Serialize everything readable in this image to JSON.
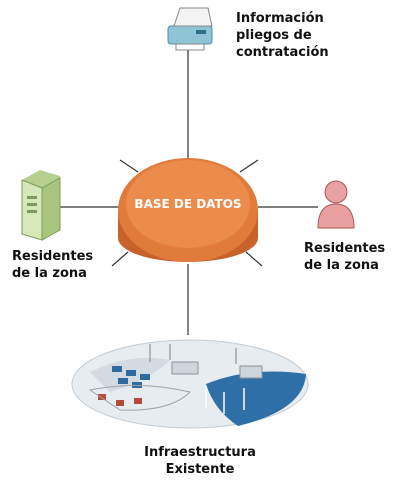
{
  "center": {
    "label": "BASE DE DATOS",
    "icon": "database-cylinder-icon",
    "color": "#e07b3c"
  },
  "nodes": {
    "top": {
      "icon": "printer-icon",
      "lines": [
        "Información",
        "pliegos de",
        "contratación"
      ]
    },
    "left": {
      "icon": "server-cabinet-icon",
      "lines": [
        "Residentes",
        "de la zona"
      ]
    },
    "right": {
      "icon": "person-icon",
      "lines": [
        "Residentes",
        "de la zona"
      ]
    },
    "bottom": {
      "icon": "infrastructure-landscape-icon",
      "lines": [
        "Infraestructura",
        "Existente"
      ]
    }
  },
  "colors": {
    "connector": "#333333",
    "server": "#c8dca8",
    "person": "#e8a0a0",
    "printer": "#8fc3d6"
  }
}
